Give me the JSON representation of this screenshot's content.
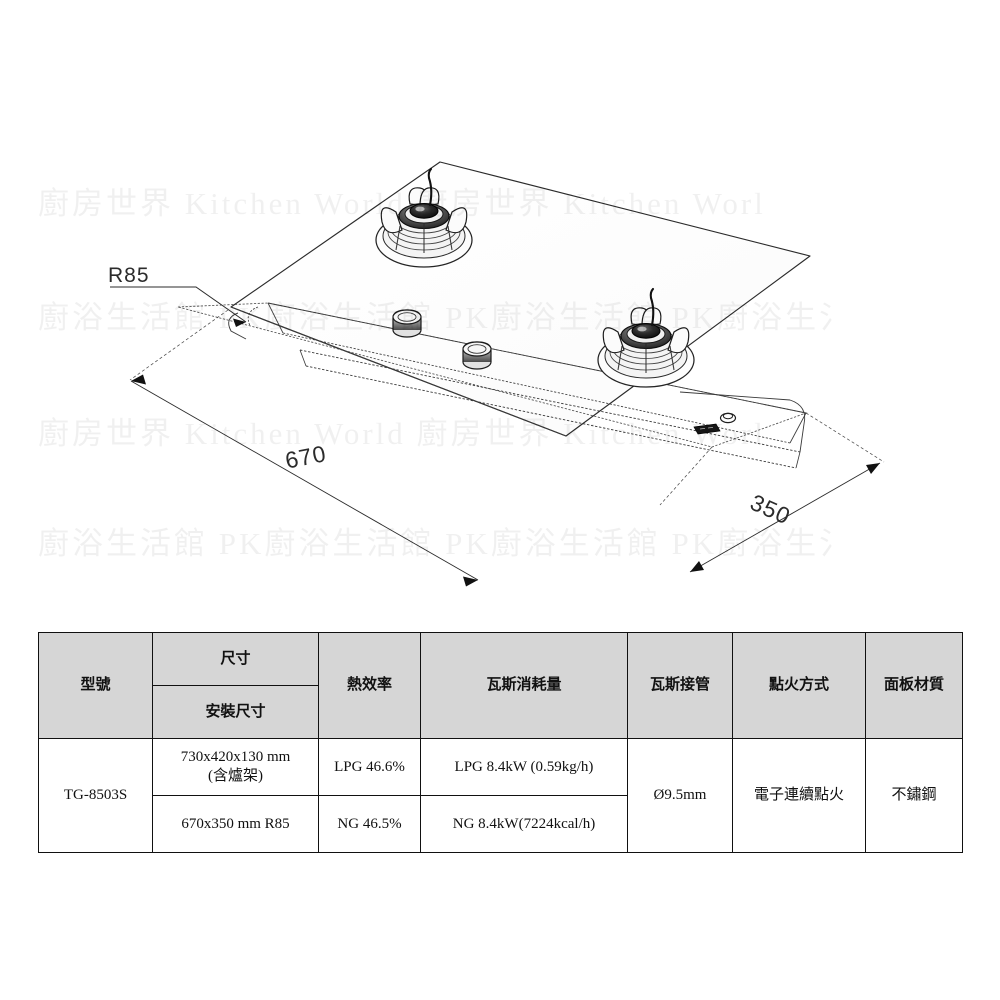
{
  "diagram": {
    "title_alt": "TG-8503S two-burner gas cooktop isometric dimension drawing",
    "dimensions": {
      "radius_label": "R85",
      "width_label": "670",
      "depth_label": "350"
    },
    "parts": {
      "burner_rear": "burner-assembly-rear",
      "burner_front": "burner-assembly-front",
      "knob_left": "control-knob-left",
      "knob_right": "control-knob-right",
      "gas_inlet": "gas-inlet-fitting",
      "cooktop_panel": "stainless-steel-panel",
      "cutout_outline": "counter-cutout-outline"
    }
  },
  "watermark": {
    "line_a": "廚房世界 Kitchen World 廚房世界 Kitchen Worl",
    "line_b": "廚浴生活館 PK廚浴生活館 PK廚浴生活館 PK廚浴生氵",
    "line_c": "廚房世界 Kitchen World 廚房世界 Kitchen Worl",
    "line_d": "廚浴生活館 PK廚浴生活館 PK廚浴生活館 PK廚浴生氵"
  },
  "spec_table": {
    "headers": {
      "model": "型號",
      "size_outer": "尺寸",
      "size_install": "安裝尺寸",
      "efficiency": "熱效率",
      "consumption": "瓦斯消耗量",
      "gas_pipe": "瓦斯接管",
      "ignition": "點火方式",
      "panel_material": "面板材質"
    },
    "row": {
      "model": "TG-8503S",
      "size_outer_line1": "730x420x130 mm",
      "size_outer_line2": "(含爐架)",
      "size_install": "670x350 mm R85",
      "efficiency_lpg": "LPG 46.6%",
      "efficiency_ng": "NG 46.5%",
      "consumption_lpg": "LPG 8.4kW (0.59kg/h)",
      "consumption_ng": "NG 8.4kW(7224kcal/h)",
      "gas_pipe": "Ø9.5mm",
      "ignition": "電子連續點火",
      "panel_material": "不鏽鋼"
    }
  }
}
